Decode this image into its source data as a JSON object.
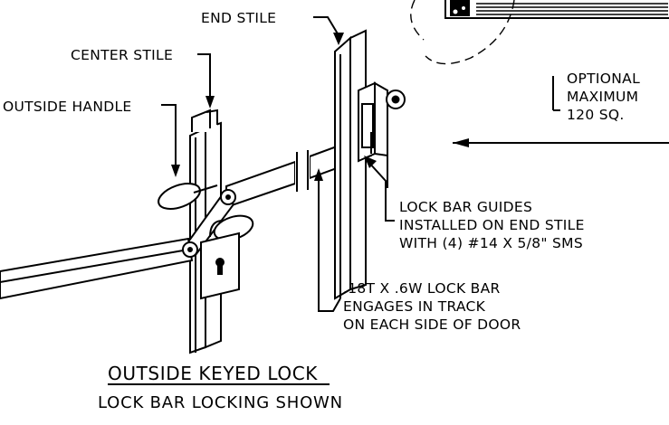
{
  "labels": {
    "end_stile": "END STILE",
    "center_stile": "CENTER STILE",
    "outside_handle": "OUTSIDE HANDLE",
    "optional_line1": "OPTIONAL",
    "optional_line2": "MAXIMUM",
    "optional_line3": "120 SQ.",
    "guides_line1": "LOCK BAR GUIDES",
    "guides_line2": "INSTALLED ON END STILE",
    "guides_line3": "WITH (4) #14 X 5/8\" SMS",
    "lockbar_line1": ".18T X .6W LOCK BAR",
    "lockbar_line2": "ENGAGES IN TRACK",
    "lockbar_line3": "ON EACH SIDE OF DOOR"
  },
  "title": "OUTSIDE KEYED LOCK",
  "subtitle": "LOCK BAR LOCKING SHOWN"
}
